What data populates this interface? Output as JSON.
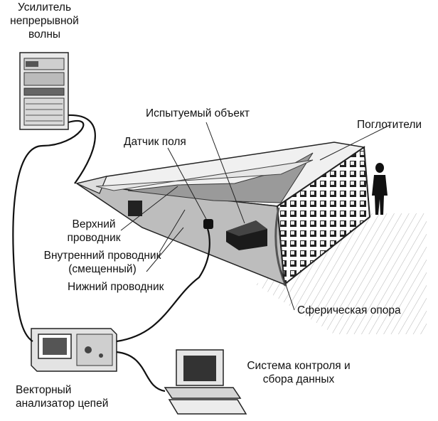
{
  "labels": {
    "amplifier": [
      "Усилитель",
      "непрерывной",
      "волны"
    ],
    "test_object": "Испытуемый объект",
    "field_sensor": "Датчик поля",
    "absorbers": "Поглотители",
    "upper_conductor": [
      "Верхний",
      "проводник"
    ],
    "inner_conductor": [
      "Внутренний проводник",
      "(смещенный)"
    ],
    "lower_conductor": "Нижний проводник",
    "spherical_support": "Сферическая опора",
    "control_system": [
      "Система контроля и",
      "сбора данных"
    ],
    "network_analyzer": [
      "Векторный",
      "анализатор цепей"
    ]
  }
}
